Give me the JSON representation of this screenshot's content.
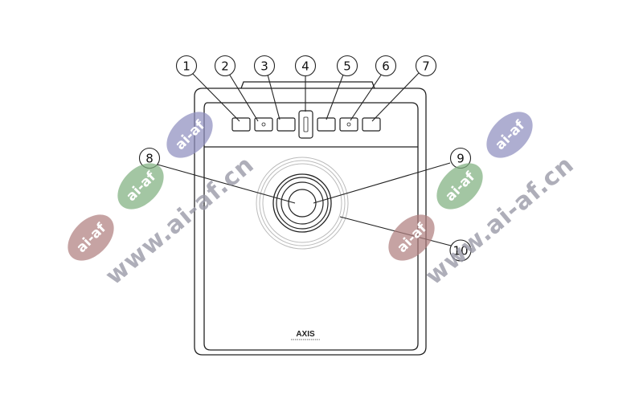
{
  "diagram": {
    "callouts": [
      {
        "label": "1"
      },
      {
        "label": "2"
      },
      {
        "label": "3"
      },
      {
        "label": "4"
      },
      {
        "label": "5"
      },
      {
        "label": "6"
      },
      {
        "label": "7"
      },
      {
        "label": "8"
      },
      {
        "label": "9"
      },
      {
        "label": "10"
      }
    ],
    "brand_logo": "AXIS",
    "watermark": {
      "badge_text": "ai-af",
      "url_text": "www.ai-af.cn"
    }
  },
  "colors": {
    "line": "#222222",
    "light_line": "#bbbbbb",
    "badge_purple": "#8f8fbf",
    "badge_green": "#7fb07f",
    "badge_red": "#b07f7f",
    "url_text": "#9a9aa8"
  }
}
